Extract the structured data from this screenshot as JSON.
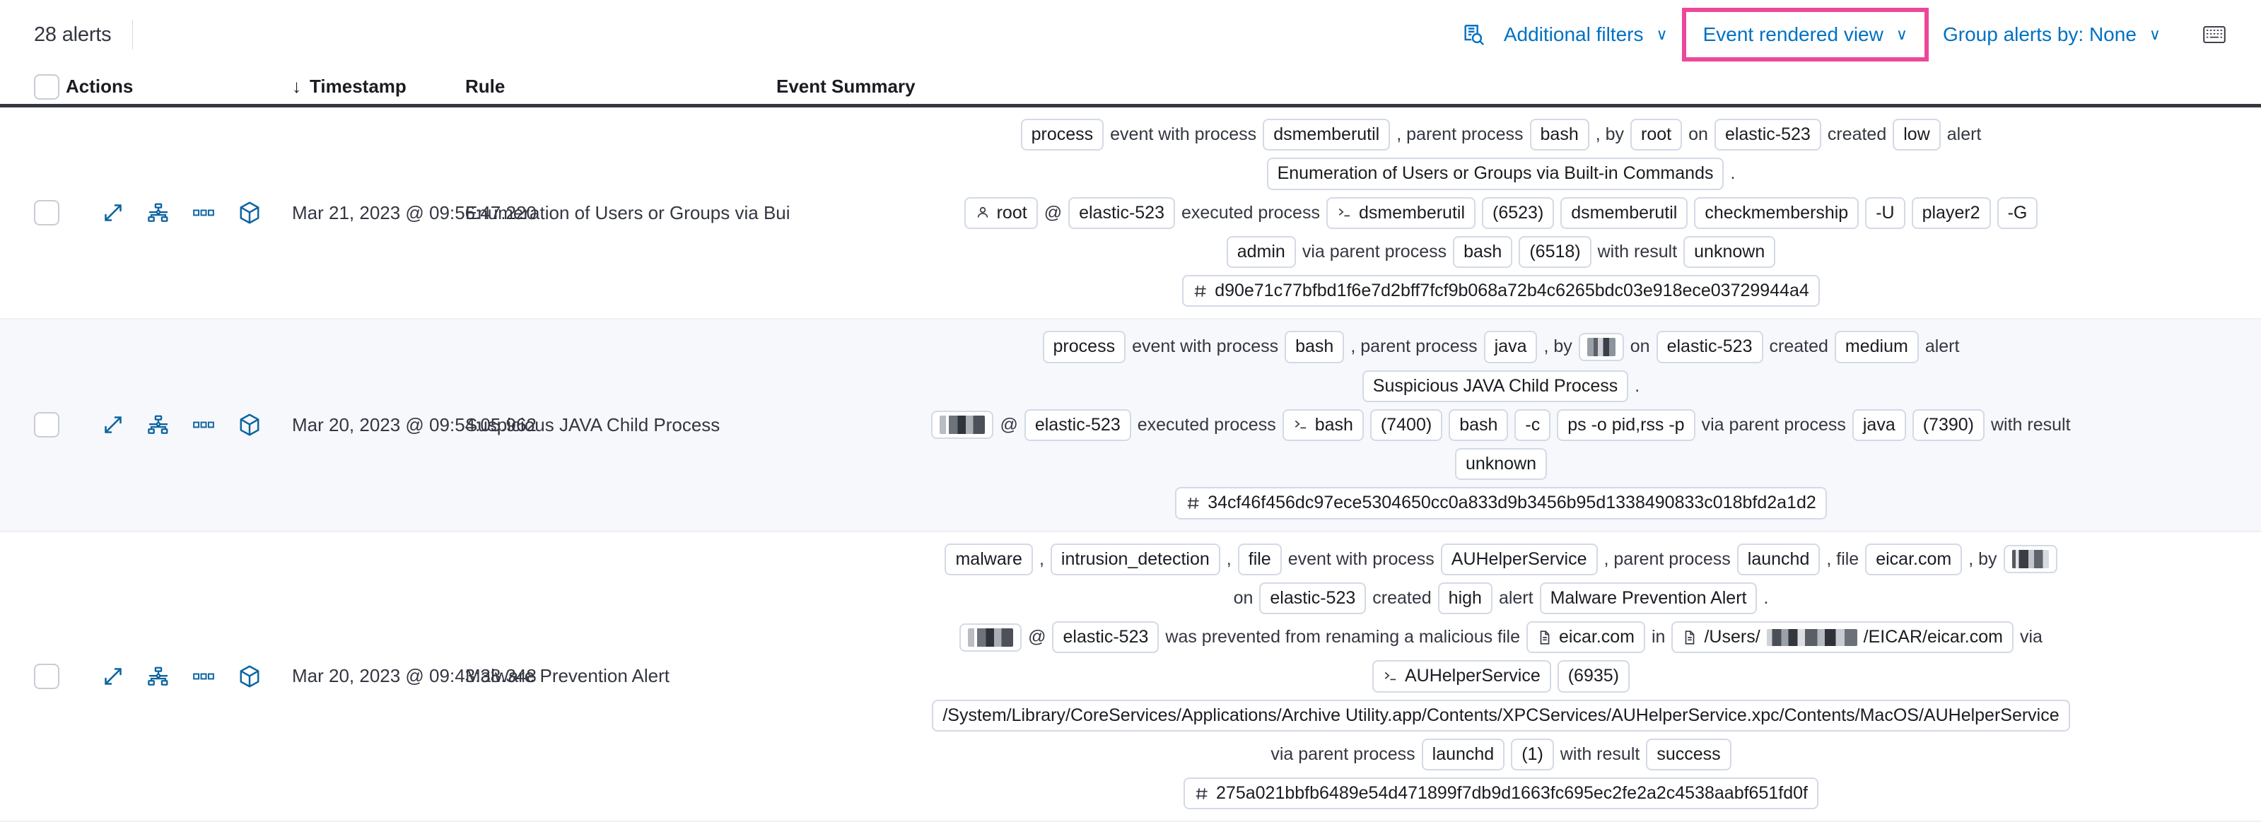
{
  "toolbar": {
    "alert_count": "28 alerts",
    "inspect_icon": "inspect-icon",
    "additional_filters": "Additional filters",
    "event_rendered_view": "Event rendered view",
    "group_alerts_by": "Group alerts by: None",
    "keyboard_icon": "keyboard-shortcuts-icon",
    "chevron": "∨",
    "highlight_color": "#ec4899",
    "link_color": "#0071c2"
  },
  "table": {
    "columns": {
      "select_all": "select-all-checkbox",
      "actions": "Actions",
      "timestamp": "Timestamp",
      "sort_arrow": "↓",
      "rule": "Rule",
      "event_summary": "Event Summary"
    },
    "row_actions": [
      "expand-icon",
      "analyze-event-icon",
      "session-view-icon",
      "more-actions-icon"
    ],
    "rows": [
      {
        "timestamp": "Mar 21, 2023 @ 09:56:47.220",
        "rule": "Enumeration of Users or Groups via Bui",
        "lines": [
          [
            {
              "t": "pill",
              "v": "process"
            },
            {
              "t": "txt",
              "v": "event with process"
            },
            {
              "t": "pill",
              "v": "dsmemberutil"
            },
            {
              "t": "txt",
              "v": ", parent process"
            },
            {
              "t": "pill",
              "v": "bash"
            },
            {
              "t": "txt",
              "v": ", by"
            },
            {
              "t": "pill",
              "v": "root"
            },
            {
              "t": "txt",
              "v": "on"
            },
            {
              "t": "pill",
              "v": "elastic-523"
            },
            {
              "t": "txt",
              "v": "created"
            },
            {
              "t": "pill",
              "v": "low"
            },
            {
              "t": "txt",
              "v": "alert"
            }
          ],
          [
            {
              "t": "pill",
              "v": "Enumeration of Users or Groups via Built-in Commands"
            },
            {
              "t": "txt",
              "v": "."
            }
          ],
          [
            {
              "t": "pill",
              "v": "root",
              "icon": "user-icon"
            },
            {
              "t": "txt",
              "v": "@"
            },
            {
              "t": "pill",
              "v": "elastic-523"
            },
            {
              "t": "txt",
              "v": "executed process"
            },
            {
              "t": "pill",
              "v": "dsmemberutil",
              "icon": "console-icon"
            },
            {
              "t": "pill",
              "v": "(6523)"
            },
            {
              "t": "pill",
              "v": "dsmemberutil"
            },
            {
              "t": "pill",
              "v": "checkmembership"
            },
            {
              "t": "pill",
              "v": "-U"
            },
            {
              "t": "pill",
              "v": "player2"
            },
            {
              "t": "pill",
              "v": "-G"
            }
          ],
          [
            {
              "t": "pill",
              "v": "admin"
            },
            {
              "t": "txt",
              "v": "via parent process"
            },
            {
              "t": "pill",
              "v": "bash"
            },
            {
              "t": "pill",
              "v": "(6518)"
            },
            {
              "t": "txt",
              "v": "with result"
            },
            {
              "t": "pill",
              "v": "unknown"
            }
          ],
          [
            {
              "t": "pill",
              "v": "d90e71c77bfbd1f6e7d2bff7fcf9b068a72b4c6265bdc03e918ece03729944a4",
              "icon": "hash-icon"
            }
          ]
        ]
      },
      {
        "timestamp": "Mar 20, 2023 @ 09:54:05.962",
        "rule": "Suspicious JAVA Child Process",
        "lines": [
          [
            {
              "t": "pill",
              "v": "process"
            },
            {
              "t": "txt",
              "v": "event with process"
            },
            {
              "t": "pill",
              "v": "bash"
            },
            {
              "t": "txt",
              "v": ", parent process"
            },
            {
              "t": "pill",
              "v": "java"
            },
            {
              "t": "txt",
              "v": ", by"
            },
            {
              "t": "redacted",
              "v": "",
              "style": "r1"
            },
            {
              "t": "txt",
              "v": "on"
            },
            {
              "t": "pill",
              "v": "elastic-523"
            },
            {
              "t": "txt",
              "v": "created"
            },
            {
              "t": "pill",
              "v": "medium"
            },
            {
              "t": "txt",
              "v": "alert"
            }
          ],
          [
            {
              "t": "pill",
              "v": "Suspicious JAVA Child Process"
            },
            {
              "t": "txt",
              "v": "."
            }
          ],
          [
            {
              "t": "redacted",
              "v": "",
              "style": "r2"
            },
            {
              "t": "txt",
              "v": "@"
            },
            {
              "t": "pill",
              "v": "elastic-523"
            },
            {
              "t": "txt",
              "v": "executed process"
            },
            {
              "t": "pill",
              "v": "bash",
              "icon": "console-icon"
            },
            {
              "t": "pill",
              "v": "(7400)"
            },
            {
              "t": "pill",
              "v": "bash"
            },
            {
              "t": "pill",
              "v": "-c"
            },
            {
              "t": "pill",
              "v": "ps -o pid,rss -p"
            },
            {
              "t": "txt",
              "v": "via parent process"
            },
            {
              "t": "pill",
              "v": "java"
            },
            {
              "t": "pill",
              "v": "(7390)"
            },
            {
              "t": "txt",
              "v": "with result"
            }
          ],
          [
            {
              "t": "pill",
              "v": "unknown"
            }
          ],
          [
            {
              "t": "pill",
              "v": "34cf46f456dc97ece5304650cc0a833d9b3456b95d1338490833c018bfd2a1d2",
              "icon": "hash-icon"
            }
          ]
        ]
      },
      {
        "timestamp": "Mar 20, 2023 @ 09:43:38.348",
        "rule": "Malware Prevention Alert",
        "lines": [
          [
            {
              "t": "pill",
              "v": "malware"
            },
            {
              "t": "txt",
              "v": ","
            },
            {
              "t": "pill",
              "v": "intrusion_detection"
            },
            {
              "t": "txt",
              "v": ","
            },
            {
              "t": "pill",
              "v": "file"
            },
            {
              "t": "txt",
              "v": "event with process"
            },
            {
              "t": "pill",
              "v": "AUHelperService"
            },
            {
              "t": "txt",
              "v": ", parent process"
            },
            {
              "t": "pill",
              "v": "launchd"
            },
            {
              "t": "txt",
              "v": ", file"
            },
            {
              "t": "pill",
              "v": "eicar.com"
            },
            {
              "t": "txt",
              "v": ", by"
            },
            {
              "t": "redacted",
              "v": "",
              "style": "r3"
            }
          ],
          [
            {
              "t": "txt",
              "v": "on"
            },
            {
              "t": "pill",
              "v": "elastic-523"
            },
            {
              "t": "txt",
              "v": "created"
            },
            {
              "t": "pill",
              "v": "high"
            },
            {
              "t": "txt",
              "v": "alert"
            },
            {
              "t": "pill",
              "v": "Malware Prevention Alert"
            },
            {
              "t": "txt",
              "v": "."
            }
          ],
          [
            {
              "t": "redacted",
              "v": "",
              "style": "r2"
            },
            {
              "t": "txt",
              "v": "@"
            },
            {
              "t": "pill",
              "v": "elastic-523"
            },
            {
              "t": "txt",
              "v": "was prevented from renaming a malicious file"
            },
            {
              "t": "pill",
              "v": "eicar.com",
              "icon": "file-icon"
            },
            {
              "t": "txt",
              "v": "in"
            },
            {
              "t": "pill",
              "v": "/Users/",
              "icon": "file-icon",
              "redact_after": "r4",
              "suffix": "/EICAR/eicar.com"
            },
            {
              "t": "txt",
              "v": "via"
            }
          ],
          [
            {
              "t": "pill",
              "v": "AUHelperService",
              "icon": "console-icon"
            },
            {
              "t": "pill",
              "v": "(6935)"
            }
          ],
          [
            {
              "t": "pill",
              "v": "/System/Library/CoreServices/Applications/Archive Utility.app/Contents/XPCServices/AUHelperService.xpc/Contents/MacOS/AUHelperService"
            }
          ],
          [
            {
              "t": "txt",
              "v": "via parent process"
            },
            {
              "t": "pill",
              "v": "launchd"
            },
            {
              "t": "pill",
              "v": "(1)"
            },
            {
              "t": "txt",
              "v": "with result"
            },
            {
              "t": "pill",
              "v": "success"
            }
          ],
          [
            {
              "t": "pill",
              "v": "275a021bbfb6489e54d471899f7db9d1663fc695ec2fe2a2c4538aabf651fd0f",
              "icon": "hash-icon"
            }
          ]
        ]
      }
    ]
  }
}
